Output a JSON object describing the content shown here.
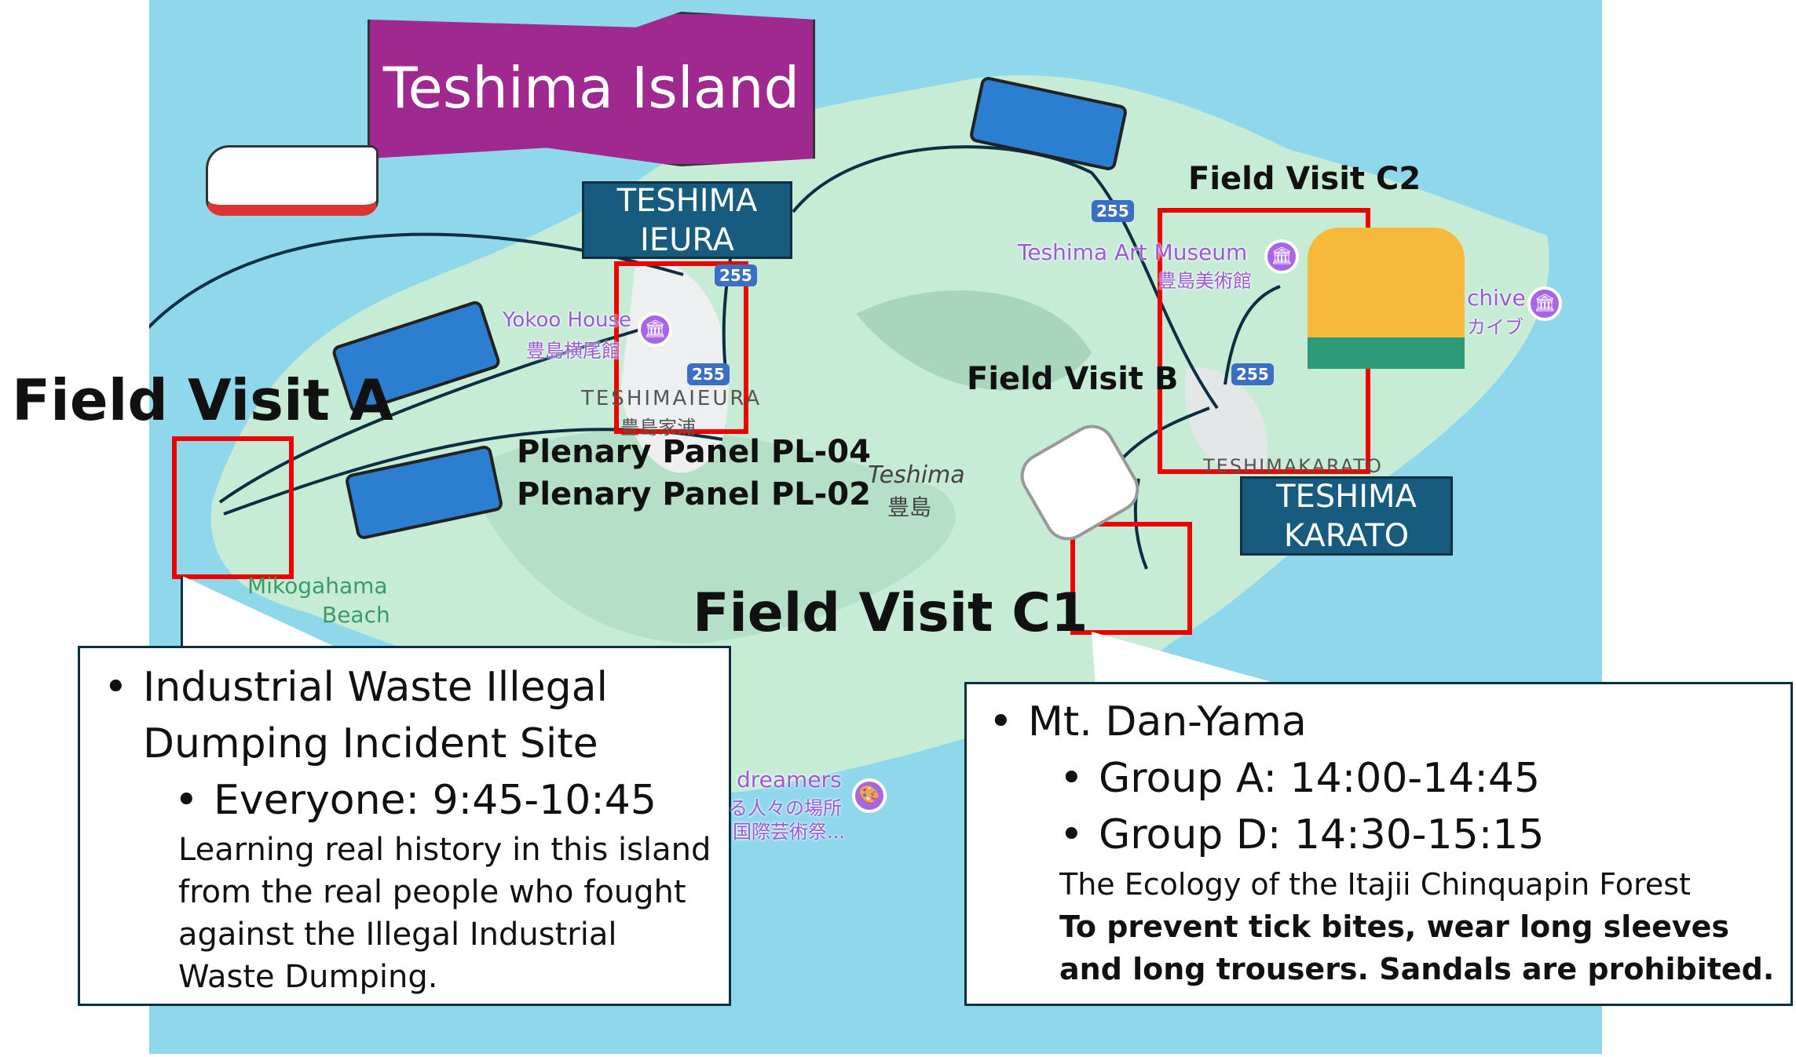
{
  "title": "Teshima Island",
  "ports": {
    "ieura": [
      "TESHIMA",
      "IEURA"
    ],
    "karato": [
      "TESHIMA",
      "KARATO"
    ]
  },
  "labels": {
    "field_visit_a": "Field Visit A",
    "field_visit_b": "Field Visit B",
    "field_visit_c1": "Field Visit C1",
    "field_visit_c2": "Field Visit C2",
    "plenary_1": "Plenary Panel PL-04",
    "plenary_2": "Plenary Panel PL-02"
  },
  "map": {
    "yokoo": "Yokoo House",
    "yokoo_jp": "豊島横尾館",
    "art_museum": "Teshima Art Museum",
    "art_museum_jp": "豊島美術館",
    "archive": "chive",
    "archive_jp": "カイブ",
    "teshimaieura": "TESHIMAIEURA",
    "teshimaieura_jp": "豊島家浦",
    "teshimakarato": "TESHIMAKARATO",
    "teshima": "Teshima",
    "teshima_jp": "豊島",
    "mikogahama": "Mikogahama",
    "beach": "Beach",
    "dreamers": "dreamers",
    "dreamers_jp1": "る人々の場所",
    "dreamers_jp2": "国際芸術祭...",
    "route": "255"
  },
  "left_callout": {
    "bullet": "Industrial Waste Illegal Dumping Incident Site",
    "sub": "Everyone: 9:45-10:45",
    "desc": "Learning real history in this island from the real people who fought against  the Illegal Industrial Waste Dumping."
  },
  "right_callout": {
    "bullet": "Mt. Dan-Yama",
    "sub1": "Group A: 14:00-14:45",
    "sub2": "Group D: 14:30-15:15",
    "desc": "The Ecology of the Itajii Chinquapin Forest",
    "warning": "To prevent tick bites, wear long sleeves and long trousers. Sandals are prohibited."
  },
  "colors": {
    "banner": "#a0298f",
    "port": "#175b7e",
    "highlight": "#ee0000",
    "water": "#8fd8ec",
    "land": "#c6ecd6"
  }
}
